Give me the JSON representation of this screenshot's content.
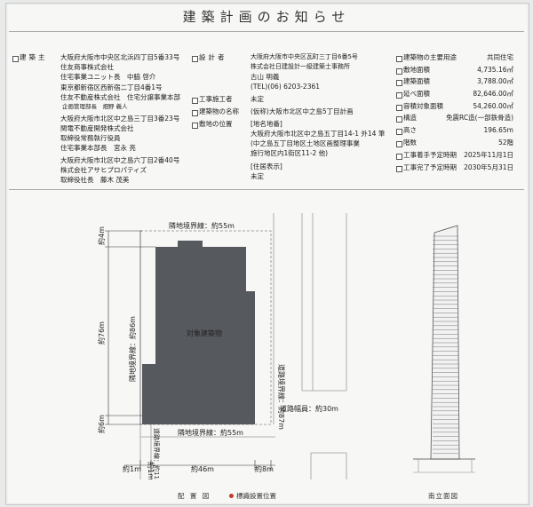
{
  "title": "建築計画のお知らせ",
  "owner": {
    "label": "建築主",
    "lines": [
      "大阪府大阪市中央区北浜四丁目5番33号",
      "住友商事株式会社",
      "住宅事業ユニット長　中脇 啓介",
      "東京都新宿区西新宿二丁目4番1号",
      "住友不動産株式会社　住宅分譲事業本部",
      "企画管理部長　畑野 義人",
      "大阪府大阪市北区中之島三丁目3番23号",
      "関電不動産開発株式会社",
      "取締役常務執行役員",
      "住宅事業本部長　宮永 亮",
      "大阪府大阪市北区中之島六丁目2番40号",
      "株式会社アサヒプロパティズ",
      "取締役社長　藤木 茂美"
    ]
  },
  "designer": {
    "label": "設計者",
    "lines": [
      "大阪府大阪市中央区瓦町三丁目6番5号",
      "株式会社日建設計一級建築士事務所",
      "古山 明義",
      "(TEL)(06) 6203-2361"
    ]
  },
  "contractor": {
    "label": "工事施工者",
    "value": "未定"
  },
  "building_name": {
    "label": "建築物の名称",
    "value": "(仮称)大阪市北区中之島5丁目計画"
  },
  "site": {
    "label": "敷地の位置",
    "lines": [
      "[地名地番]",
      "大阪府大阪市北区中之島五丁目14-1 外14 筆",
      "(中之島五丁目地区土地区画整理事業",
      "施行地区内1街区11-2 他)",
      "[住居表示]",
      "未定"
    ]
  },
  "specs": [
    {
      "label": "建築物の主要用途",
      "value": "共同住宅"
    },
    {
      "label": "敷地面積",
      "value": "4,735.16㎡"
    },
    {
      "label": "建築面積",
      "value": "3,788.00㎡"
    },
    {
      "label": "延べ面積",
      "value": "82,646.00㎡"
    },
    {
      "label": "容積対象面積",
      "value": "54,260.00㎡"
    },
    {
      "label": "構造",
      "value": "免震RC造(一部鉄骨造)"
    },
    {
      "label": "高さ",
      "value": "196.65m"
    },
    {
      "label": "階数",
      "value": "52階"
    },
    {
      "label": "工事着手予定時期",
      "value": "2025年11月1日"
    },
    {
      "label": "工事完了予定時期",
      "value": "2030年5月31日"
    }
  ],
  "site_plan": {
    "top_boundary": "隣地境界線：約55m",
    "bottom_boundary": "隣地境界線：約55m",
    "left_boundary": "隣地境界線：約86m",
    "right_boundary": "道路境界線：約87m",
    "road_width": "道路幅員：約30m",
    "left_road": "道路境界線：約11m",
    "building": "対象建築物",
    "dim_top": "約4m",
    "dim_mid": "約76m",
    "dim_bottom": "約6m",
    "dim_b1": "約1m",
    "dim_b2": "約46m",
    "dim_b3": "約8m",
    "dim_b4": "約1m"
  },
  "captions": {
    "plan": "配 置 図",
    "legend": "標識設置位置",
    "elevation": "南立面図"
  }
}
